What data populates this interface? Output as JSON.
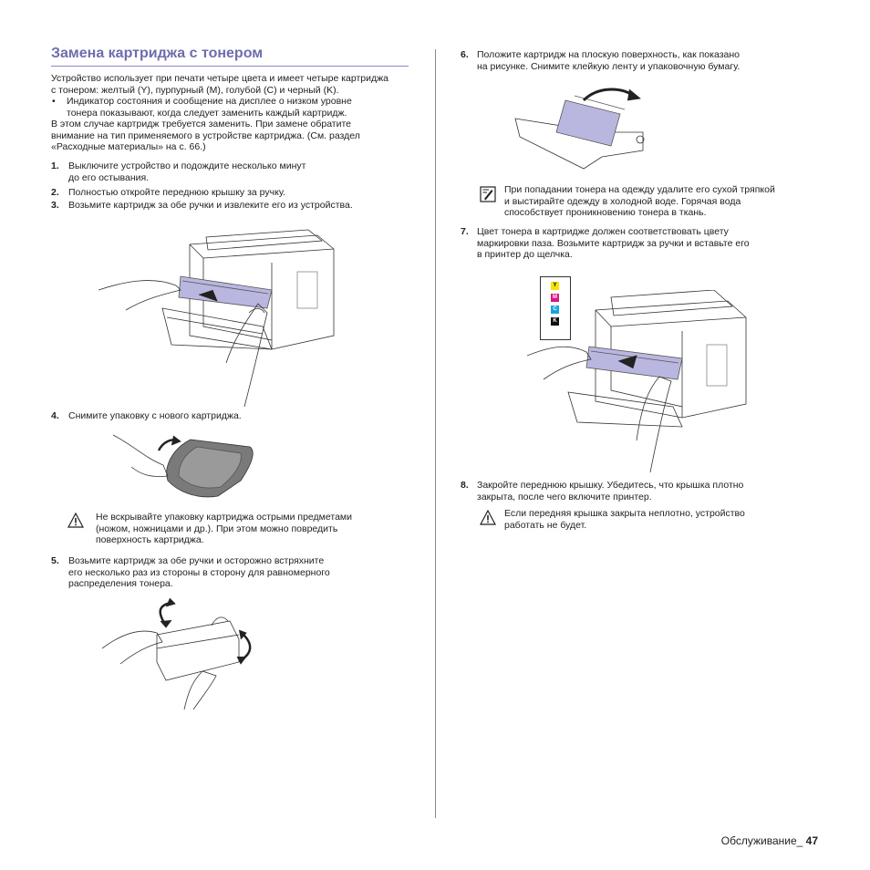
{
  "section": {
    "title": "Замена картриджа с тонером"
  },
  "intro": {
    "line1": "Устройство использует при печати четыре цвета и имеет четыре картриджа",
    "line2": "с тонером: желтый (Y), пурпурный (M), голубой (C) и черный (K).",
    "bullet": "•",
    "bullet_line1": "Индикатор состояния и сообщение на дисплее о низком уровне",
    "bullet_line2": "тонера показывают, когда следует заменить каждый картридж.",
    "p2_line1": "В этом случае картридж требуется заменить. При замене обратите",
    "p2_line2": "внимание на тип применяемого в устройстве картриджа. (См. раздел",
    "p2_line3": "«Расходные материалы» на с. 66.)"
  },
  "steps": {
    "s1_num": "1.",
    "s1_line1": "Выключите устройство и подождите несколько минут",
    "s1_line2": "до его остывания.",
    "s2_num": "2.",
    "s2_line1": "Полностью откройте переднюю крышку за ручку.",
    "s3_num": "3.",
    "s3_line1": "Возьмите картридж за обе ручки и извлеките его из устройства.",
    "s4_num": "4.",
    "s4_line1": "Снимите упаковку с нового картриджа.",
    "s5_num": "5.",
    "s5_line1": "Возьмите картридж за обе ручки и осторожно встряхните",
    "s5_line2": "его несколько раз из стороны в сторону для равномерного",
    "s5_line3": "распределения тонера.",
    "s6_num": "6.",
    "s6_line1": "Положите картридж на плоскую поверхность, как показано",
    "s6_line2": "на рисунке. Снимите клейкую ленту и упаковочную бумагу.",
    "s7_num": "7.",
    "s7_line1": "Цвет тонера в картридже должен соответствовать цвету",
    "s7_line2": "маркировки паза. Возьмите картридж за ручки и вставьте его",
    "s7_line3": "в принтер до щелчка.",
    "s8_num": "8.",
    "s8_line1": "Закройте переднюю крышку. Убедитесь, что крышка плотно",
    "s8_line2": "закрыта, после чего включите принтер."
  },
  "notes": {
    "caution1_line1": "Не вскрывайте упаковку картриджа острыми предметами",
    "caution1_line2": "(ножом, ножницами и др.). При этом можно повредить",
    "caution1_line3": "поверхность картриджа.",
    "memo_line1": "При попадании тонера на одежду удалите его сухой тряпкой",
    "memo_line2": "и выстирайте одежду в холодной воде. Горячая вода",
    "memo_line3": "способствует проникновению тонера в ткань.",
    "caution2_line1": "Если передняя крышка закрыта неплотно, устройство",
    "caution2_line2": "работать не будет."
  },
  "color_labels": {
    "y": "Y",
    "m": "M",
    "c": "C",
    "k": "K",
    "y_color": "#f5e400",
    "m_color": "#d6187f",
    "c_color": "#1aa4dc",
    "k_color": "#111111"
  },
  "footer": {
    "section": "Обслуживание_",
    "page": "47"
  },
  "icons": [
    "caution-icon",
    "memo-icon"
  ]
}
